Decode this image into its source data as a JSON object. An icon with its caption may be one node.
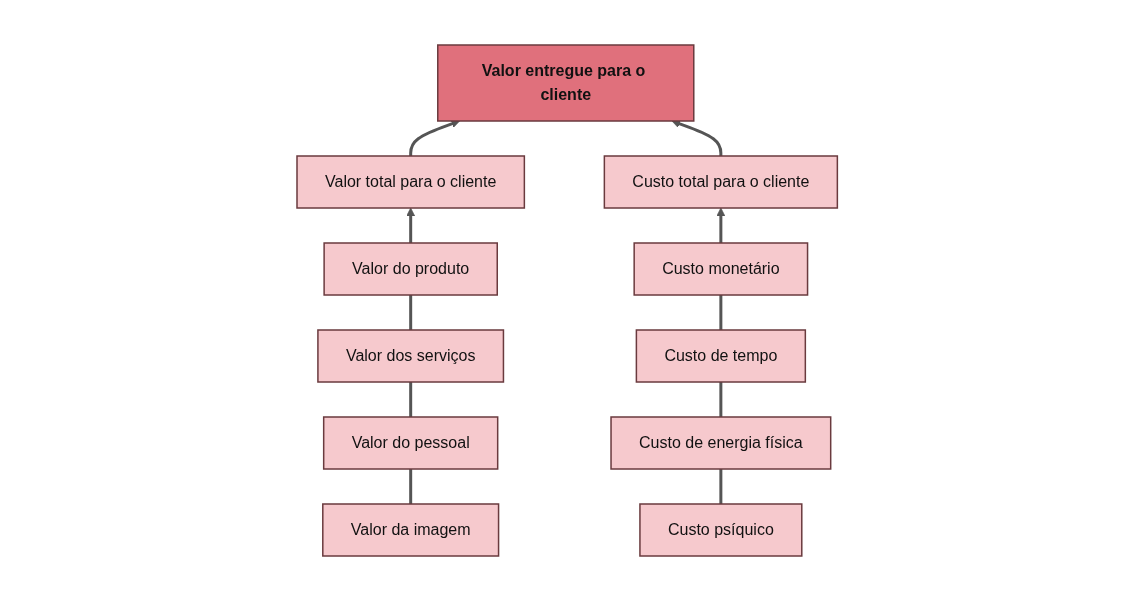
{
  "diagram": {
    "nodes": [
      {
        "text": [
          "Valor entregue para o cliente"
        ]
      },
      {
        "text": [
          "Valor total para o cliente"
        ]
      },
      {
        "text": [
          "Custo total para o cliente"
        ]
      },
      {
        "text": [
          "Valor do produto"
        ]
      },
      {
        "text": [
          "Custo monetário"
        ]
      },
      {
        "text": [
          "Valor dos serviços"
        ]
      },
      {
        "text": [
          "Custo de tempo"
        ]
      },
      {
        "text": [
          "Valor do pessoal"
        ]
      },
      {
        "text": [
          "Custo de energia física"
        ]
      },
      {
        "text": [
          "Valor da imagem"
        ]
      },
      {
        "text": [
          "Custo psíquico"
        ]
      }
    ],
    "edges": [
      {
        "from": 1,
        "to": 0,
        "arrow": "to"
      },
      {
        "from": 2,
        "to": 0,
        "arrow": "to"
      },
      {
        "from": 3,
        "to": 1,
        "arrow": "to"
      },
      {
        "from": 5,
        "to": 3,
        "arrow": "none"
      },
      {
        "from": 7,
        "to": 5,
        "arrow": "none"
      },
      {
        "from": 9,
        "to": 7,
        "arrow": "none"
      },
      {
        "from": 4,
        "to": 2,
        "arrow": "to"
      },
      {
        "from": 6,
        "to": 4,
        "arrow": "none"
      },
      {
        "from": 8,
        "to": 6,
        "arrow": "none"
      },
      {
        "from": 10,
        "to": 8,
        "arrow": "none"
      }
    ]
  }
}
